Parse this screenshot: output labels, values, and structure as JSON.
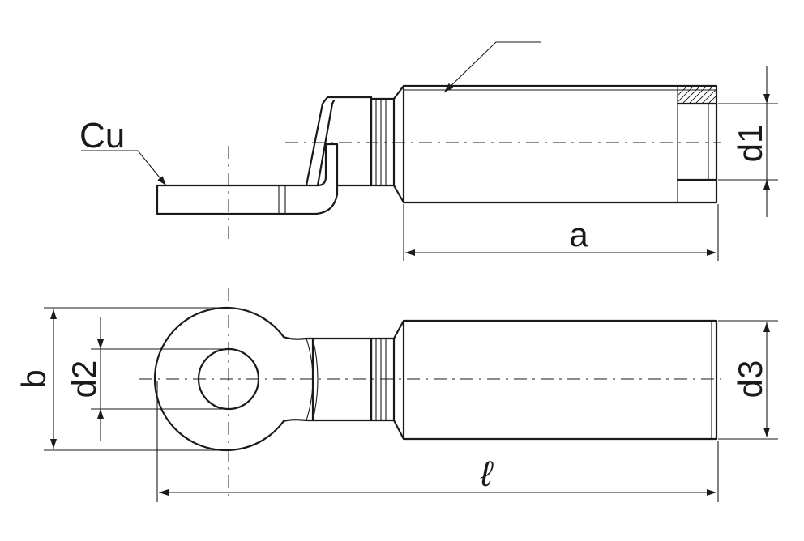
{
  "material_label": "Cu",
  "dimensions": {
    "a": "a",
    "b": "b",
    "l": "ℓ",
    "d1": "d1",
    "d2": "d2",
    "d3": "d3"
  }
}
